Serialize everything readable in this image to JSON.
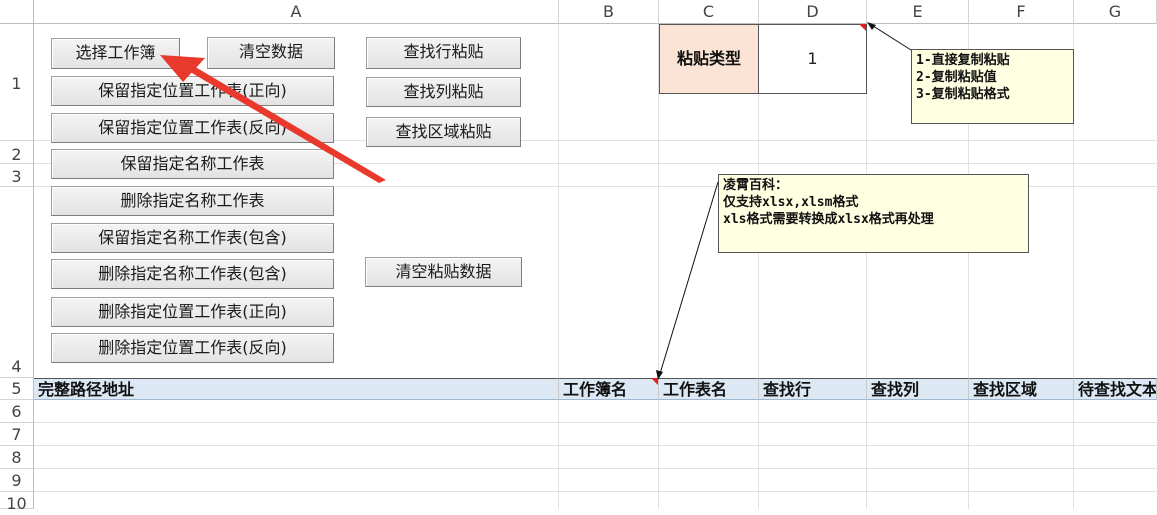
{
  "columns": [
    "A",
    "B",
    "C",
    "D",
    "E",
    "F",
    "G"
  ],
  "rows": [
    "1",
    "2",
    "3",
    "4",
    "5",
    "6",
    "7",
    "8",
    "9",
    "10"
  ],
  "buttons": {
    "select_workbook": "选择工作簿",
    "clear_data": "清空数据",
    "find_row_paste": "查找行粘贴",
    "keep_pos_forward": "保留指定位置工作表(正向)",
    "find_col_paste": "查找列粘贴",
    "keep_pos_reverse": "保留指定位置工作表(反向)",
    "find_area_paste": "查找区域粘贴",
    "keep_name": "保留指定名称工作表",
    "delete_name": "删除指定名称工作表",
    "keep_name_contains": "保留指定名称工作表(包含)",
    "delete_name_contains": "删除指定名称工作表(包含)",
    "clear_paste_data": "清空粘贴数据",
    "delete_pos_forward": "删除指定位置工作表(正向)",
    "delete_pos_reverse": "删除指定位置工作表(反向)"
  },
  "paste_type": {
    "label": "粘贴类型",
    "value": "1"
  },
  "notes": {
    "paste_type_note": "1-直接复制粘贴\n2-复制粘贴值\n3-复制粘贴格式",
    "info_note": "凌霄百科：\n仅支持xlsx,xlsm格式\nxls格式需要转换成xlsx格式再处理"
  },
  "table_headers": [
    "完整路径地址",
    "工作簿名",
    "工作表名",
    "查找行",
    "查找列",
    "查找区域",
    "待查找文本"
  ],
  "colors": {
    "header_fill": "#dce9f5",
    "label_fill": "#fbe3d6",
    "note_fill": "#ffffe1",
    "arrow": "#e8392c"
  }
}
